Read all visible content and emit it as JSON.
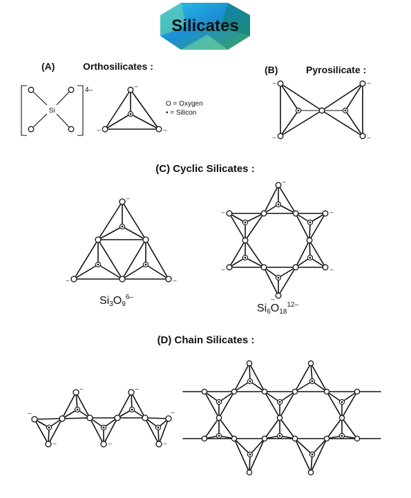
{
  "header": {
    "title": "Silicates",
    "badge_colors": [
      "#2ec4e8",
      "#1b8fd4",
      "#6fd6a8",
      "#3aa35c",
      "#0e7a74"
    ]
  },
  "sections": {
    "a": {
      "letter": "(A)",
      "name": "Orthosilicates :",
      "si_symbol": "Si",
      "charge": "4–",
      "legend": {
        "oxygen": "O = Oxygen",
        "silicon": "• = Silicon"
      }
    },
    "b": {
      "letter": "(B)",
      "name": "Pyrosilicate :"
    },
    "c": {
      "title": "(C) Cyclic Silicates :",
      "formula1": {
        "base": "Si",
        "sub1": "3",
        "mid": "O",
        "sub2": "9",
        "sup": "6–"
      },
      "formula2": {
        "base": "Si",
        "sub1": "6",
        "mid": "O",
        "sub2": "18",
        "sup": "12–"
      }
    },
    "d": {
      "title": "(D) Chain Silicates :"
    }
  },
  "charge_mark": "–"
}
